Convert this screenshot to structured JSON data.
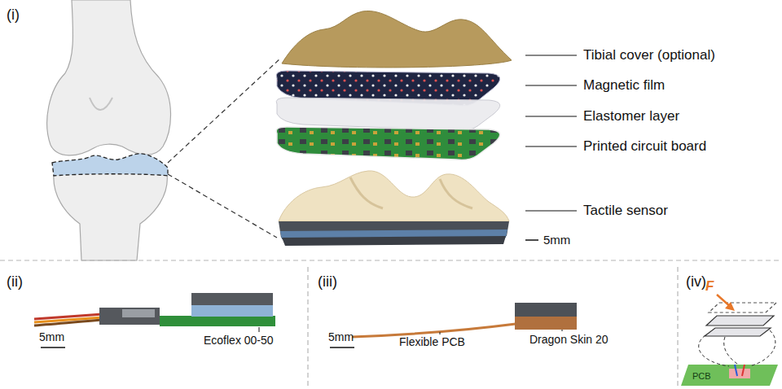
{
  "diagram": {
    "labels": [
      "(i)",
      "Tibial cover (optional)",
      "Magnetic film",
      "Elastomer layer",
      "Printed circuit board",
      "Tactile sensor",
      "5mm",
      "(ii)",
      "5mm",
      "Ecoflex 00-50",
      "(iii)",
      "Flexible PCB",
      "Dragon Skin 20",
      "5mm",
      "(iv)",
      "F",
      "PCB"
    ]
  }
}
